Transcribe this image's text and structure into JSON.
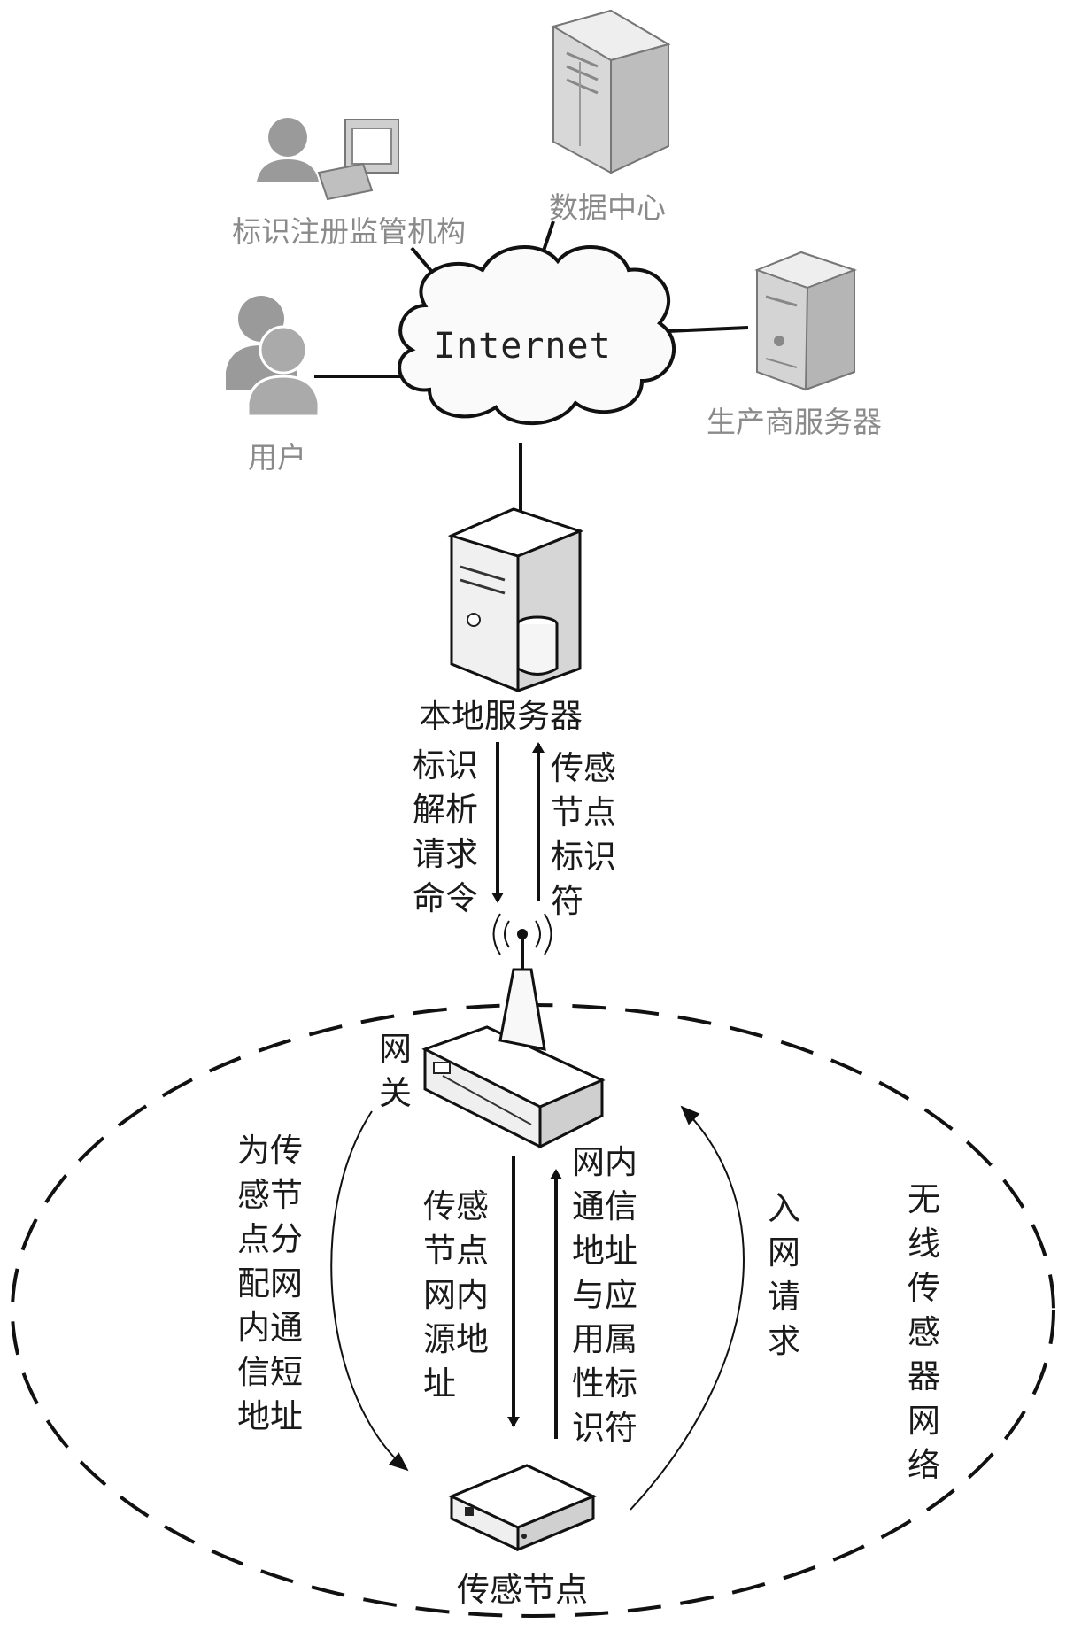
{
  "nodes": {
    "registry": "标识注册监管机构",
    "datacenter": "数据中心",
    "internet": "Internet",
    "user": "用户",
    "manufacturer_server": "生产商服务器",
    "local_server": "本地服务器",
    "gateway": "网\n关",
    "sensor_node": "传感节点",
    "wsn": "无\n线\n传\n感\n器\n网\n络"
  },
  "edges": {
    "resolve_request": "标识\n解析\n请求\n命令",
    "node_identifier": "传感\n节点\n标识\n符",
    "assign_address": "为传\n感节\n点分\n配网\n内通\n信短\n地址",
    "source_address": "传感\n节点\n网内\n源地\n址",
    "addr_and_attr": "网内\n通信\n地址\n与应\n用属\n性标\n识符",
    "join_request": "入\n网\n请\n求"
  }
}
